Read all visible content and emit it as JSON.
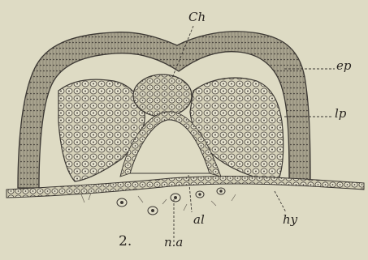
{
  "figure": {
    "number": "2.",
    "labels": {
      "ch": "Ch",
      "ep": "ep",
      "lp": "lp",
      "hy": "hy",
      "al": "al",
      "na": "n.a"
    }
  }
}
